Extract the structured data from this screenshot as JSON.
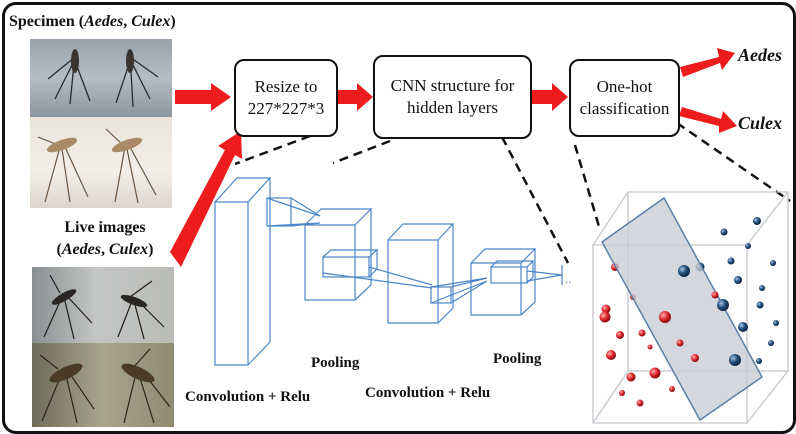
{
  "specimen": {
    "label": "Specimen (",
    "aedes": "Aedes",
    "sep": ", ",
    "culex": "Culex",
    "close": ")"
  },
  "live": {
    "line1": "Live images",
    "open": "(",
    "aedes": "Aedes",
    "sep": ", ",
    "culex": "Culex",
    "close": ")"
  },
  "steps": {
    "resize_line1": "Resize to",
    "resize_line2": "227*227*3",
    "cnn_line1": "CNN structure for",
    "cnn_line2": "hidden layers",
    "onehot_line1": "One-hot",
    "onehot_line2": "classification"
  },
  "outputs": {
    "aedes": "Aedes",
    "culex": "Culex"
  },
  "cnn_labels": {
    "conv1": "Convolution + Relu",
    "pool1": "Pooling",
    "conv2": "Convolution + Relu",
    "pool2": "Pooling",
    "ellipsis": ".."
  },
  "colors": {
    "arrow": "#ee1c1c",
    "cnn_line": "#4a86c8",
    "class_red": "#e0282e",
    "class_blue": "#1f4e7a",
    "plane": "#c8ccd4"
  }
}
